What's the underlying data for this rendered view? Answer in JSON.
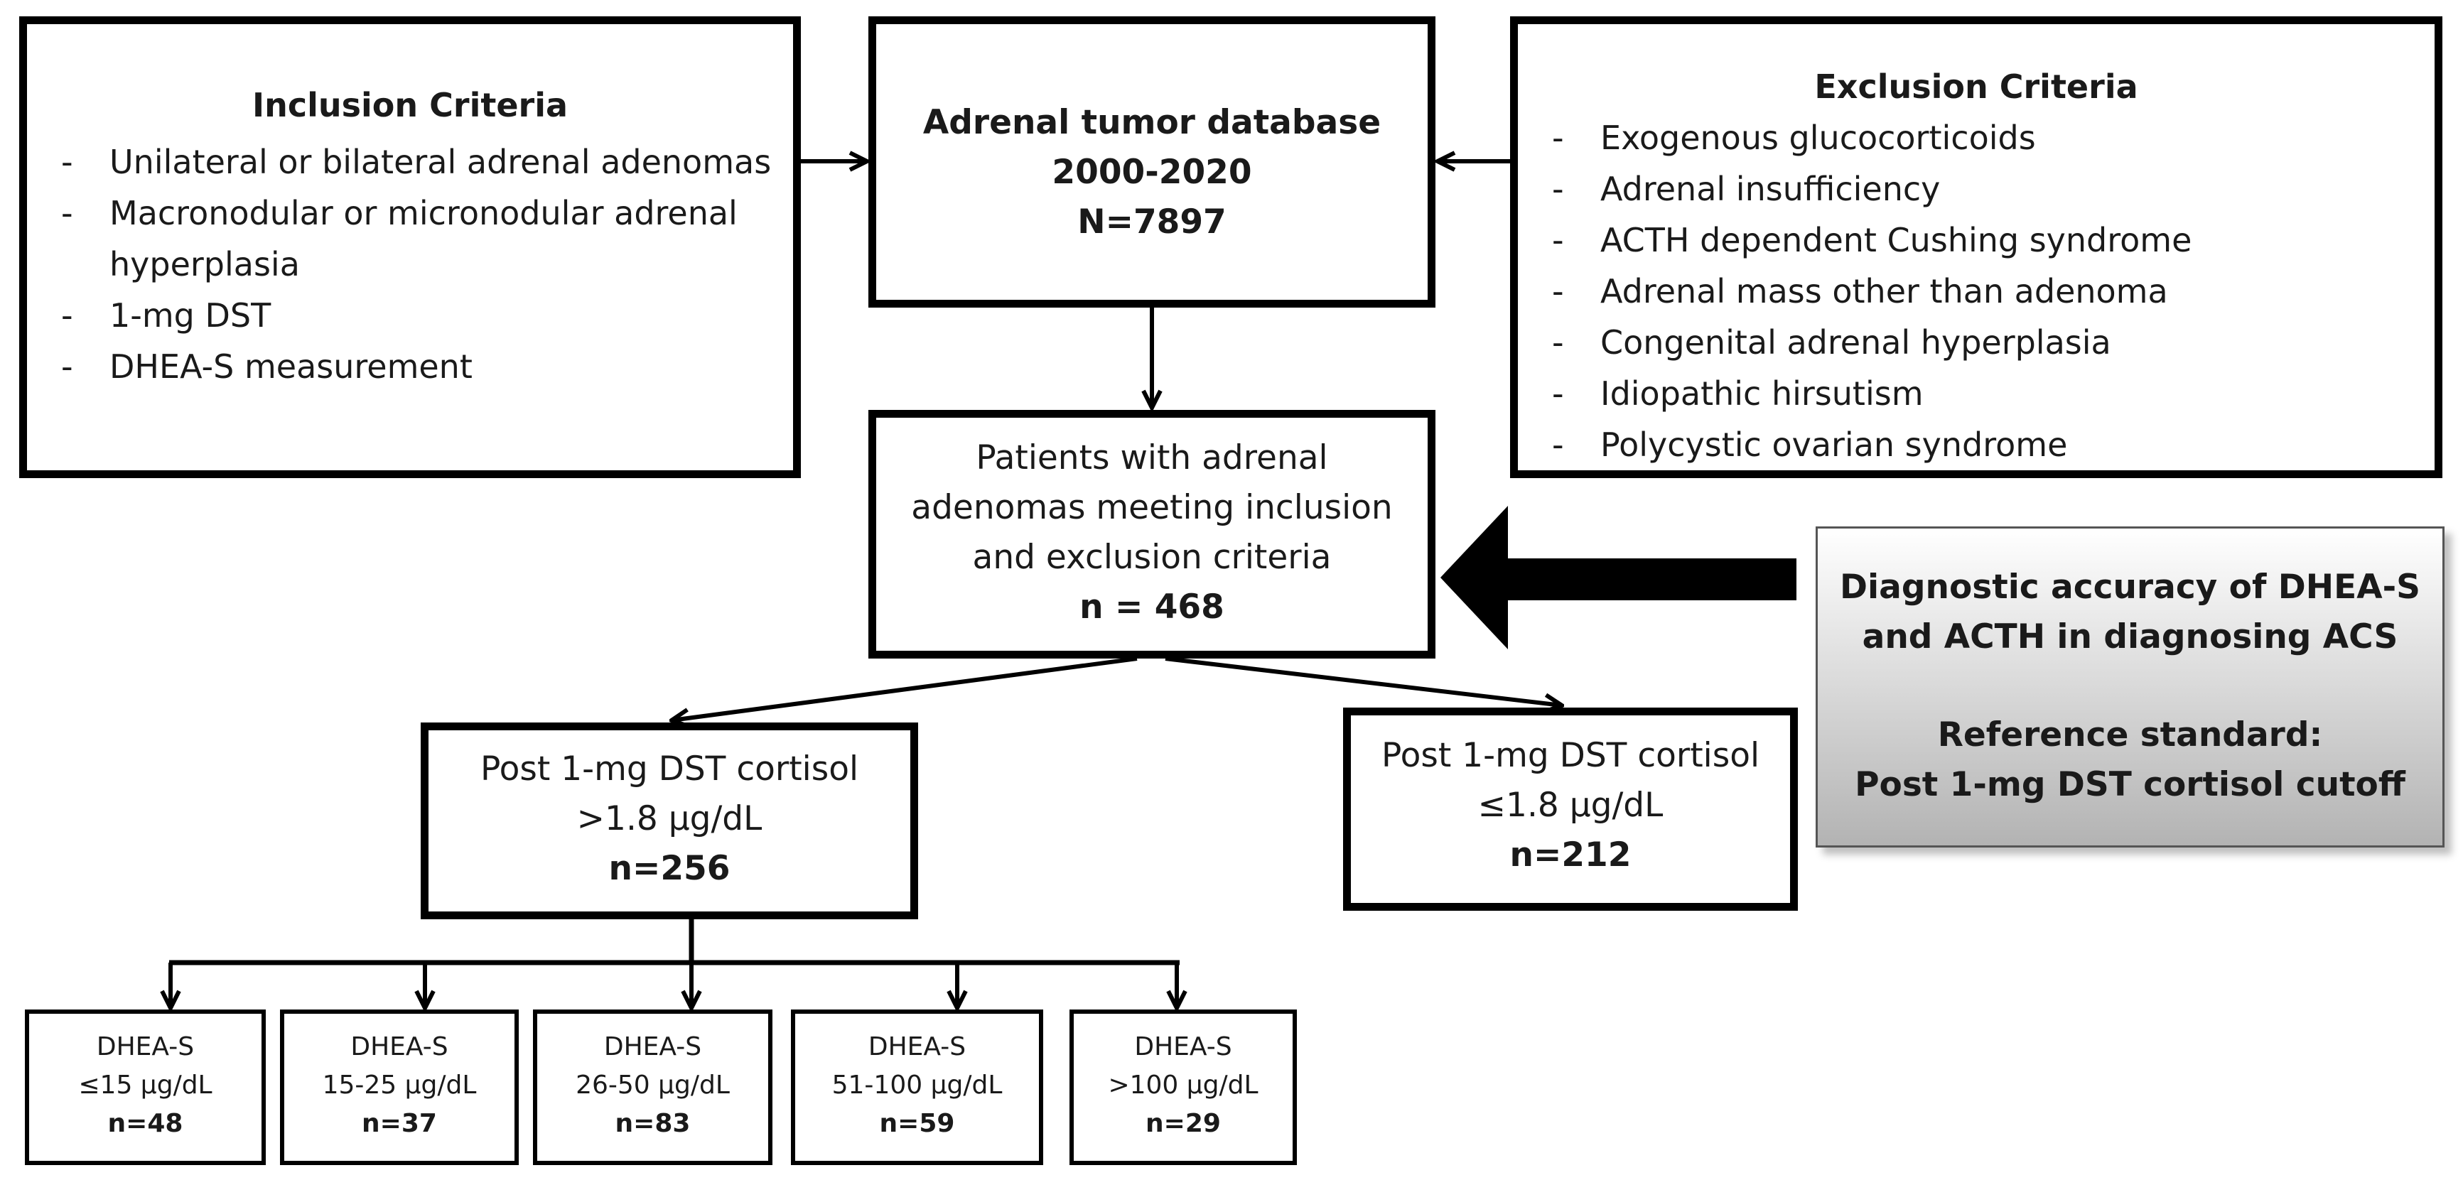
{
  "inclusion": {
    "title": "Inclusion Criteria",
    "items": [
      "Unilateral or bilateral adrenal adenomas",
      "Macronodular or micronodular adrenal hyperplasia",
      "1-mg DST",
      "DHEA-S measurement"
    ]
  },
  "database": {
    "line1": "Adrenal tumor database",
    "line2": "2000-2020",
    "line3": "N=7897"
  },
  "exclusion": {
    "title": "Exclusion Criteria",
    "items": [
      "Exogenous glucocorticoids",
      "Adrenal insufficiency",
      "ACTH dependent Cushing syndrome",
      "Adrenal mass other than adenoma",
      "Congenital adrenal hyperplasia",
      "Idiopathic hirsutism",
      "Polycystic ovarian syndrome"
    ]
  },
  "patients": {
    "line1": "Patients with adrenal",
    "line2": "adenomas meeting inclusion",
    "line3": "and exclusion criteria",
    "n": "n = 468"
  },
  "reference": {
    "line1": "Diagnostic accuracy of DHEA-S",
    "line2": "and ACTH in diagnosing ACS",
    "line3": "Reference standard:",
    "line4": "Post 1-mg DST cortisol cutoff"
  },
  "high_cortisol": {
    "line1": "Post 1-mg DST cortisol",
    "line2": ">1.8 µg/dL",
    "n": "n=256"
  },
  "low_cortisol": {
    "line1": "Post 1-mg DST cortisol",
    "line2": "≤1.8 µg/dL",
    "n": "n=212"
  },
  "subgroups": [
    {
      "label": "DHEA-S",
      "range": "≤15 µg/dL",
      "n": "n=48"
    },
    {
      "label": "DHEA-S",
      "range": "15-25 µg/dL",
      "n": "n=37"
    },
    {
      "label": "DHEA-S",
      "range": "26-50 µg/dL",
      "n": "n=83"
    },
    {
      "label": "DHEA-S",
      "range": "51-100 µg/dL",
      "n": "n=59"
    },
    {
      "label": "DHEA-S",
      "range": ">100 µg/dL",
      "n": "n=29"
    }
  ]
}
